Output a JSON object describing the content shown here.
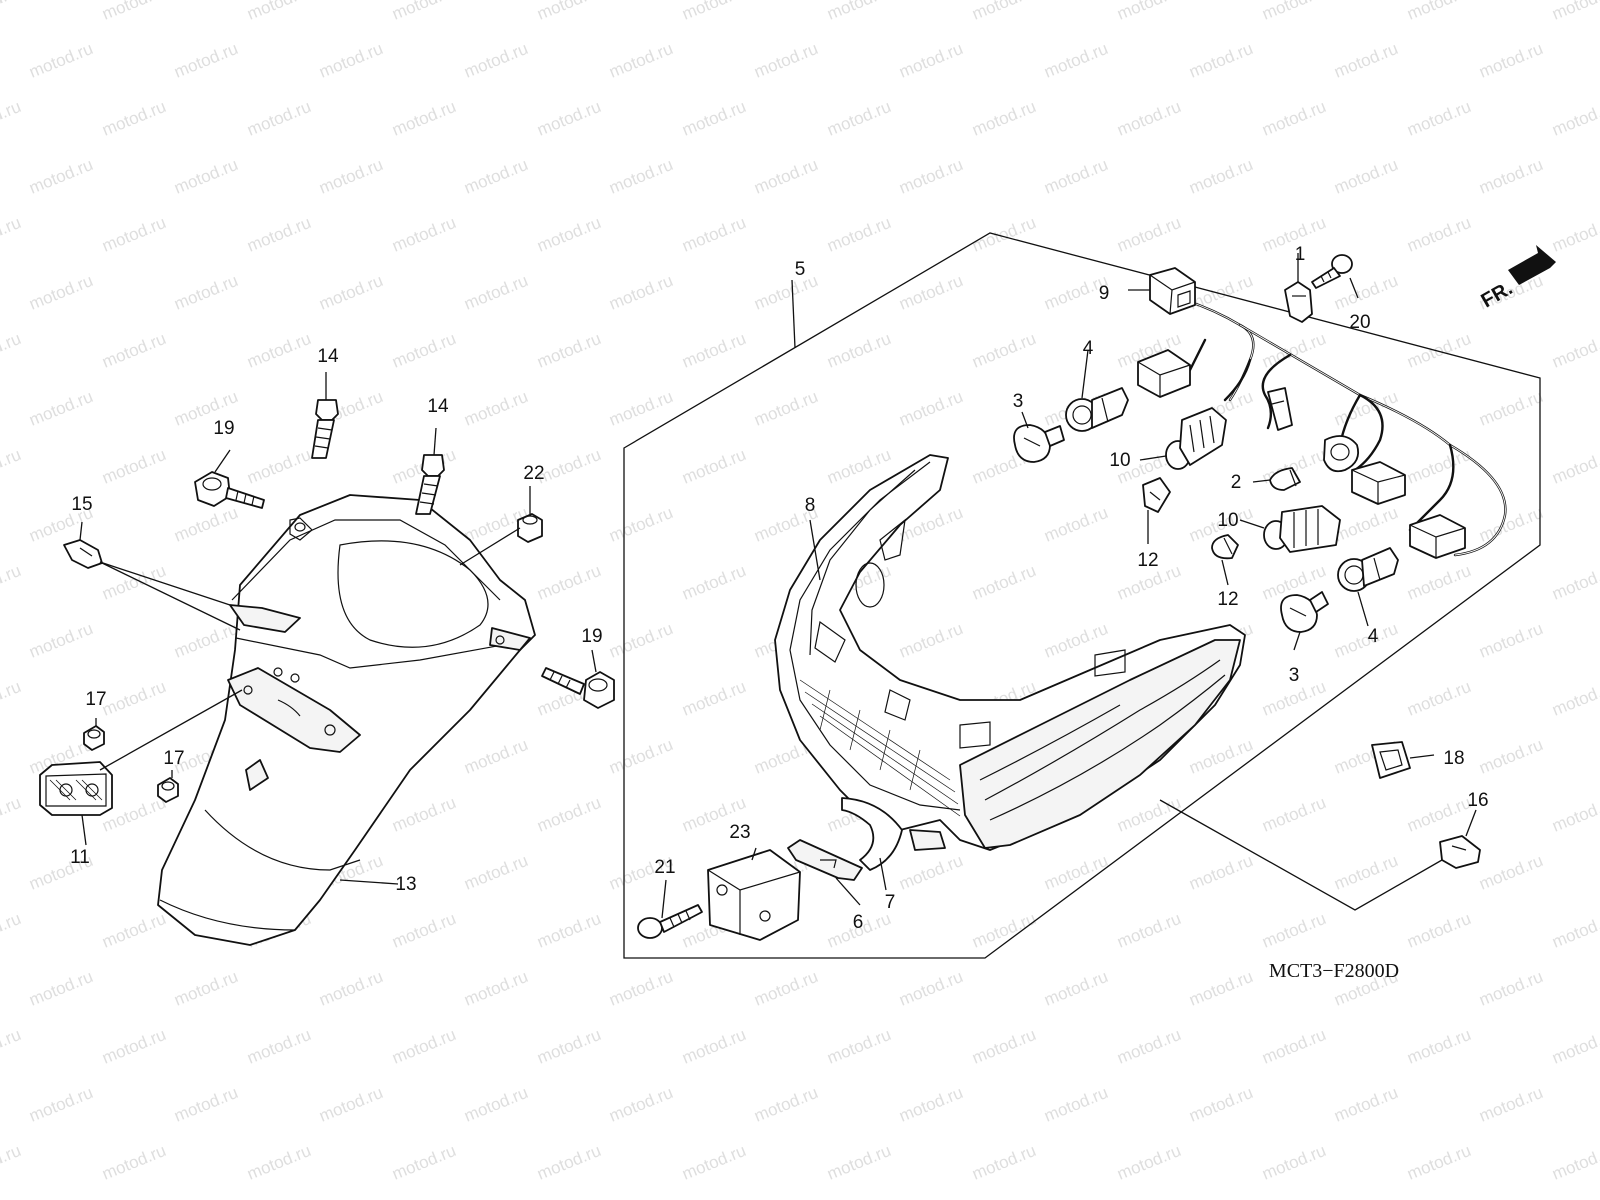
{
  "diagram": {
    "code": "MCT3−F2800D",
    "direction_label": "FR.",
    "watermark": "motod.ru",
    "callouts": {
      "c1": "1",
      "c2": "2",
      "c3a": "3",
      "c3b": "3",
      "c4a": "4",
      "c4b": "4",
      "c5": "5",
      "c6": "6",
      "c7": "7",
      "c8": "8",
      "c9": "9",
      "c10a": "10",
      "c10b": "10",
      "c11": "11",
      "c12a": "12",
      "c12b": "12",
      "c13": "13",
      "c14a": "14",
      "c14b": "14",
      "c15": "15",
      "c16": "16",
      "c17a": "17",
      "c17b": "17",
      "c18": "18",
      "c19a": "19",
      "c19b": "19",
      "c20": "20",
      "c21": "21",
      "c22": "22",
      "c23": "23"
    }
  }
}
